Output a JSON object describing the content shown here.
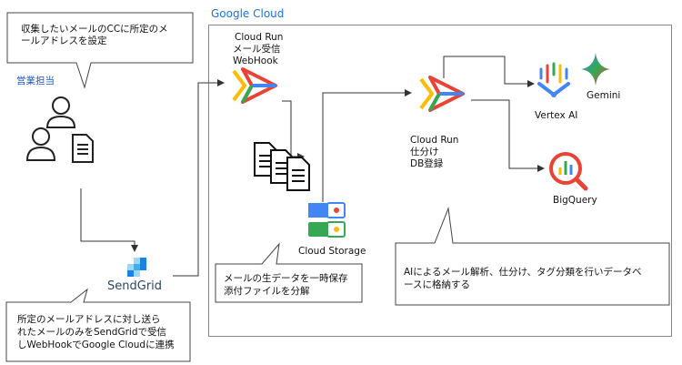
{
  "gcp_label": "Google Cloud",
  "callouts": {
    "top_left": [
      "収集したいメールのCCに所定のメ",
      "ールアドレスを設定"
    ],
    "sendgrid": [
      "所定のメールアドレスに対し送ら",
      "れたメールのみをSendGridで受信",
      "しWebHookでGoogle Cloudに連携"
    ],
    "storage": [
      "メールの生データを一時保存",
      "添付ファイルを分解"
    ],
    "ai": [
      "AIによるメール解析、仕分け、タグ分類を行いデータベ",
      "ースに格納する"
    ]
  },
  "actors": {
    "sales": "営業担当"
  },
  "services": {
    "sendgrid": "SendGrid",
    "cloud_run_1": [
      "Cloud Run",
      "メール受信",
      "WebHook"
    ],
    "cloud_run_2": [
      "Cloud Run",
      "仕分け",
      "DB登録"
    ],
    "storage": "Cloud Storage",
    "vertex": "Vertex AI",
    "gemini": "Gemini",
    "bigquery": "BigQuery"
  },
  "colors": {
    "google_blue": "#4285F4",
    "google_red": "#EA4335",
    "google_yellow": "#FBBC04",
    "google_green": "#34A853",
    "sendgrid_blue": "#1A82E2",
    "gcp_title": "#1a73e8"
  }
}
